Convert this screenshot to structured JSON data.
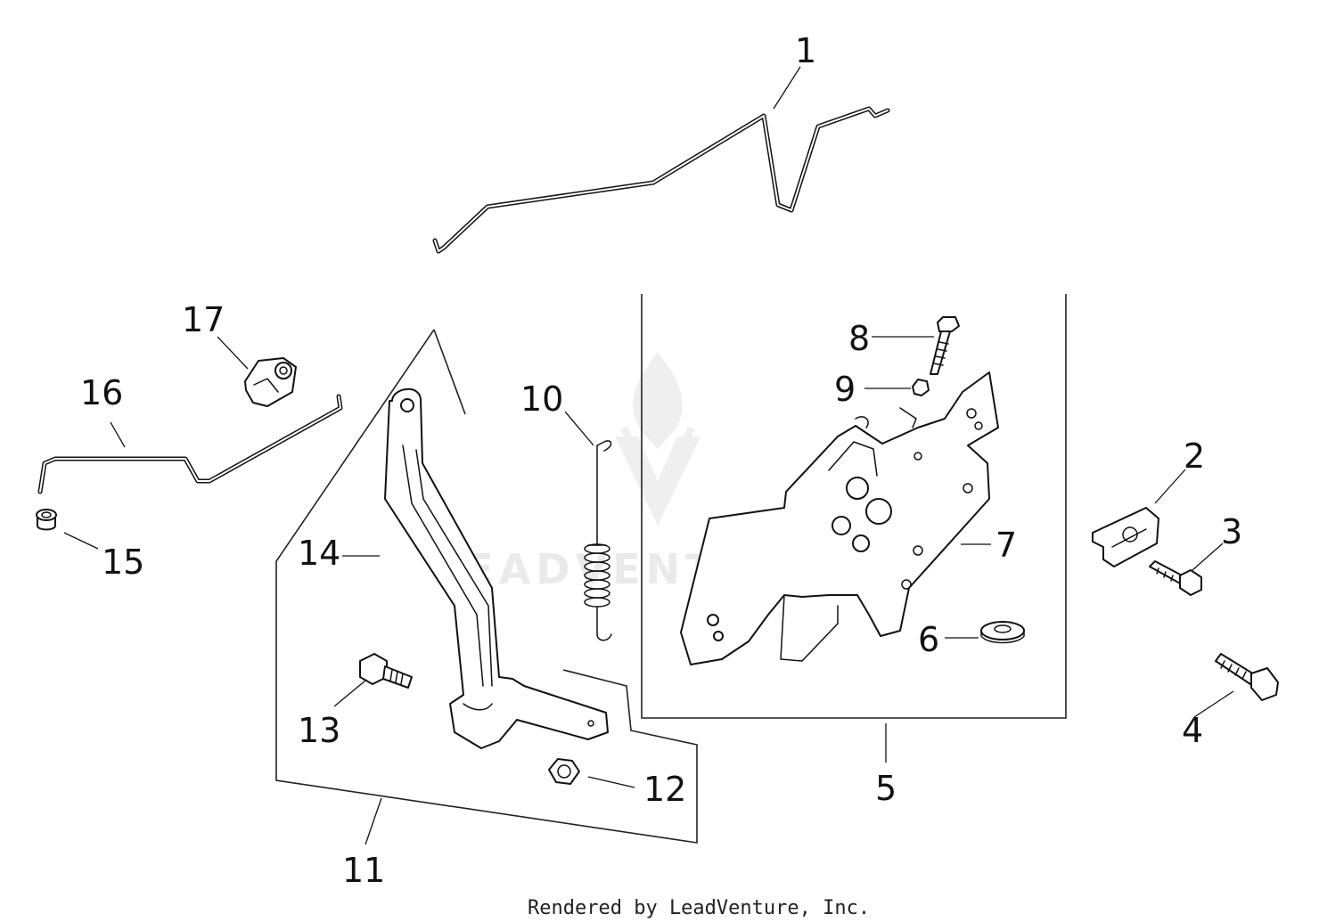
{
  "diagram": {
    "callouts": [
      "1",
      "2",
      "3",
      "4",
      "5",
      "6",
      "7",
      "8",
      "9",
      "10",
      "11",
      "12",
      "13",
      "14",
      "15",
      "16",
      "17"
    ],
    "watermark": "LEADVENTURE",
    "credit": "Rendered by LeadVenture, Inc."
  }
}
